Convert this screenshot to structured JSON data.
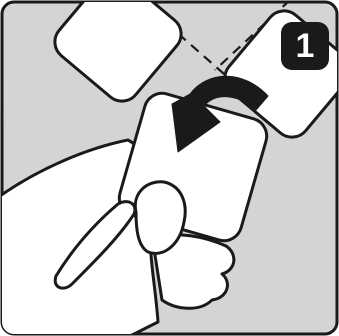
{
  "step": {
    "number": "1"
  },
  "colors": {
    "background": "#d4d4d4",
    "frame": "#1a1a1a",
    "fill": "#ffffff",
    "outline": "#1a1a1a",
    "arrow": "#1a1a1a"
  },
  "icons": {
    "step_badge": "step-number-badge",
    "arrow": "curved-arrow-icon",
    "hand": "hand-illustration",
    "patch": "square-patch"
  }
}
